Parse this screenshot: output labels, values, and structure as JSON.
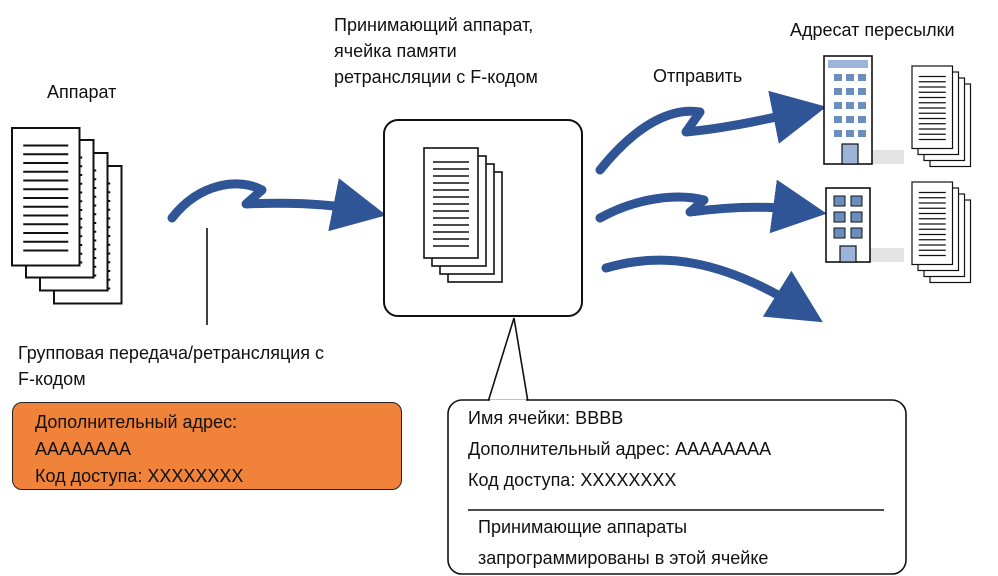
{
  "labels": {
    "apparatus": "Аппарат",
    "receiving_title": [
      "Принимающий аппарат,",
      "ячейка памяти",
      "ретрансляции с F-кодом"
    ],
    "send": "Отправить",
    "forward_addressee": "Адресат пересылки",
    "group_transmission": [
      "Групповая передача/ретрансляция с",
      "F-кодом"
    ]
  },
  "sender_box": {
    "sub_address": [
      "Дополнительный адрес:",
      "AAAAAAAA"
    ],
    "access_code": "Код доступа: XXXXXXXX"
  },
  "memory_box": {
    "box_name": "Имя ячейки: BBBB",
    "sub_address": "Дополнительный адрес: AAAAAAAA",
    "access_code": "Код доступа: XXXXXXXX",
    "note": [
      "Принимающие аппараты",
      "запрограммированы в этой ячейке"
    ]
  },
  "colors": {
    "arrow": "#2f5597",
    "orange": "#f0823a",
    "building": "#6c8ebf"
  },
  "icons": [
    "document-stack-icon",
    "building-icon",
    "arrow-icon"
  ]
}
